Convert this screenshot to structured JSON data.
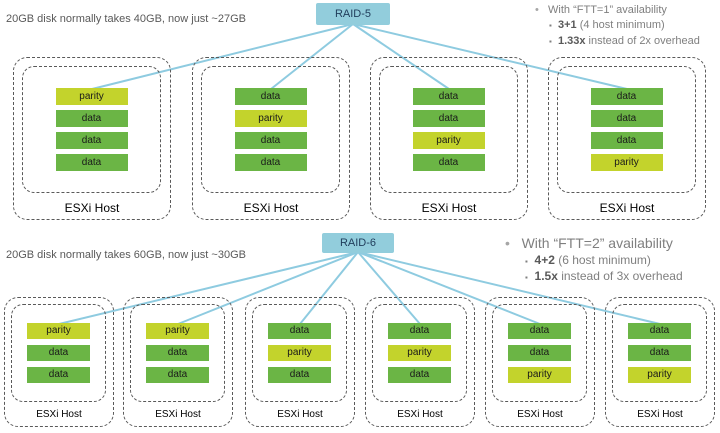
{
  "raid5": {
    "label": "RAID-5",
    "caption": "20GB disk normally takes 40GB, now just ~27GB",
    "bullet_main": "With “FTT=1” availability",
    "sub1_bold": "3+1",
    "sub1_rest": " (4 host minimum)",
    "sub2_bold": "1.33x",
    "sub2_rest": " instead of 2x overhead",
    "host_label": "ESXi Host",
    "hosts": [
      [
        "parity",
        "data",
        "data",
        "data"
      ],
      [
        "data",
        "parity",
        "data",
        "data"
      ],
      [
        "data",
        "data",
        "parity",
        "data"
      ],
      [
        "data",
        "data",
        "data",
        "parity"
      ]
    ]
  },
  "raid6": {
    "label": "RAID-6",
    "caption": "20GB disk normally takes 60GB, now just ~30GB",
    "bullet_main": "With “FTT=2” availability",
    "sub1_bold": "4+2",
    "sub1_rest": " (6 host minimum)",
    "sub2_bold": "1.5x",
    "sub2_rest": " instead of 3x overhead",
    "host_label": "ESXi Host",
    "hosts": [
      [
        "parity",
        "data",
        "data"
      ],
      [
        "parity",
        "data",
        "data"
      ],
      [
        "data",
        "parity",
        "data"
      ],
      [
        "data",
        "parity",
        "data"
      ],
      [
        "data",
        "data",
        "parity"
      ],
      [
        "data",
        "data",
        "parity"
      ]
    ]
  },
  "colors": {
    "data": "#6bb545",
    "parity": "#c3d32c",
    "connector": "#8ecbe0",
    "raid_label": "#92cddc"
  }
}
